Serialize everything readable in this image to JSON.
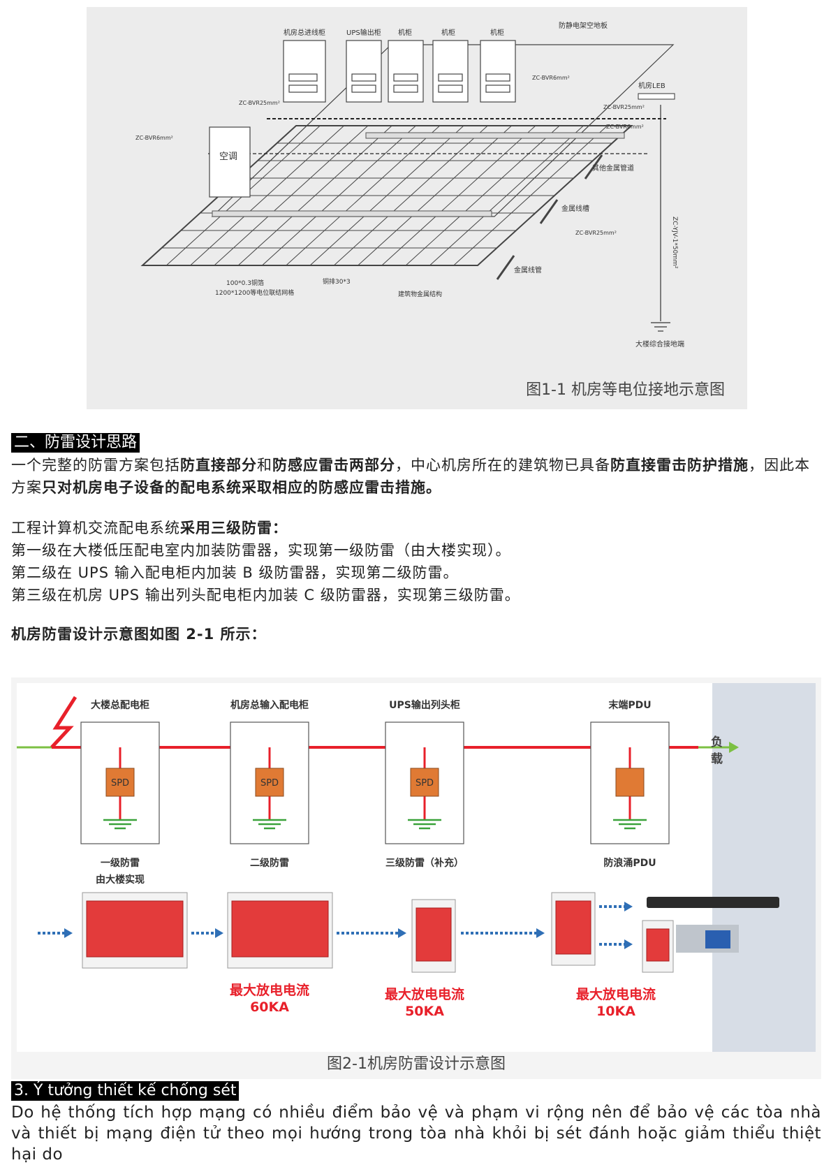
{
  "figure1": {
    "labels": {
      "cab1": "机房总进线柜",
      "cab2": "UPS输出柜",
      "cab3": "机柜",
      "cab4": "机柜",
      "cab5": "机柜",
      "floor": "防静电架空地板",
      "ac": "空调",
      "w1": "ZC-BVR6mm²",
      "w2": "ZC-BVR25mm²",
      "w3": "ZC-BVR6mm²",
      "w4": "ZC-BVR25mm²",
      "w5": "ZC-BVR6mm²",
      "w6": "ZC-BVR25mm²",
      "leb": "机房LEB",
      "pipe": "其他金属管道",
      "tray": "金属线槽",
      "conduit": "金属线管",
      "strip1": "100*0.3铜箔",
      "strip2": "1200*1200等电位联结网格",
      "copper": "铜排30*3",
      "building": "建筑物金属结构",
      "vcable": "ZC-YJV-1*50mm²",
      "ground": "大楼综合接地端"
    },
    "caption": "图1-1 机房等电位接地示意图"
  },
  "section2": {
    "heading": "二、防雷设计思路",
    "p1": [
      {
        "t": "一个完整的防雷方案包括",
        "b": false
      },
      {
        "t": "防直接部分",
        "b": true
      },
      {
        "t": "和",
        "b": false
      },
      {
        "t": "防感应雷击两部分",
        "b": true
      },
      {
        "t": "，中心机房所在的建筑物已具备",
        "b": false
      },
      {
        "t": "防直接雷击防护措施",
        "b": true
      },
      {
        "t": "，因此本方案",
        "b": false
      },
      {
        "t": "只对机房电子设备的配电系统采取相应的防感应雷击措施。",
        "b": true
      }
    ],
    "p2_pre": "工程计算机交流配电系统",
    "p2_bold": "采用三级防雷：",
    "lines": [
      "第一级在大楼低压配电室内加装防雷器，实现第一级防雷（由大楼实现）。",
      "第二级在 UPS 输入配电柜内加装 B 级防雷器，实现第二级防雷。",
      "第三级在机房 UPS 输出列头配电柜内加装 C 级防雷器，实现第三级防雷。"
    ],
    "p3": "机房防雷设计示意图如图 2-1 所示："
  },
  "figure2": {
    "cabinets": [
      {
        "title": "大楼总配电柜",
        "spd": "SPD",
        "level": "一级防雷",
        "sub": "由大楼实现",
        "current": ""
      },
      {
        "title": "机房总输入配电柜",
        "spd": "SPD",
        "level": "二级防雷",
        "sub": "",
        "current": "最大放电电流\n60KA"
      },
      {
        "title": "UPS输出列头柜",
        "spd": "SPD",
        "level": "三级防雷（补充）",
        "sub": "",
        "current": "最大放电电流\n50KA"
      },
      {
        "title": "末端PDU",
        "spd": "",
        "level": "防浪涌PDU",
        "sub": "",
        "current": "最大放电电流\n10KA"
      }
    ],
    "load": "负载",
    "caption": "图2-1机房防雷设计示意图",
    "colors": {
      "power": "#e8202a",
      "input": "#7cc043",
      "ground": "#3aa23a",
      "spd": "#e07a34",
      "arrow": "#2f6fb6"
    }
  },
  "section3": {
    "heading": "3. Ý tưởng thiết kế chống sét",
    "para": "Do hệ thống tích hợp mạng có nhiều điểm bảo vệ và phạm vi rộng nên để bảo vệ các tòa nhà và thiết bị mạng điện tử theo mọi hướng trong tòa nhà khỏi bị sét đánh hoặc giảm thiểu thiệt hại do"
  }
}
